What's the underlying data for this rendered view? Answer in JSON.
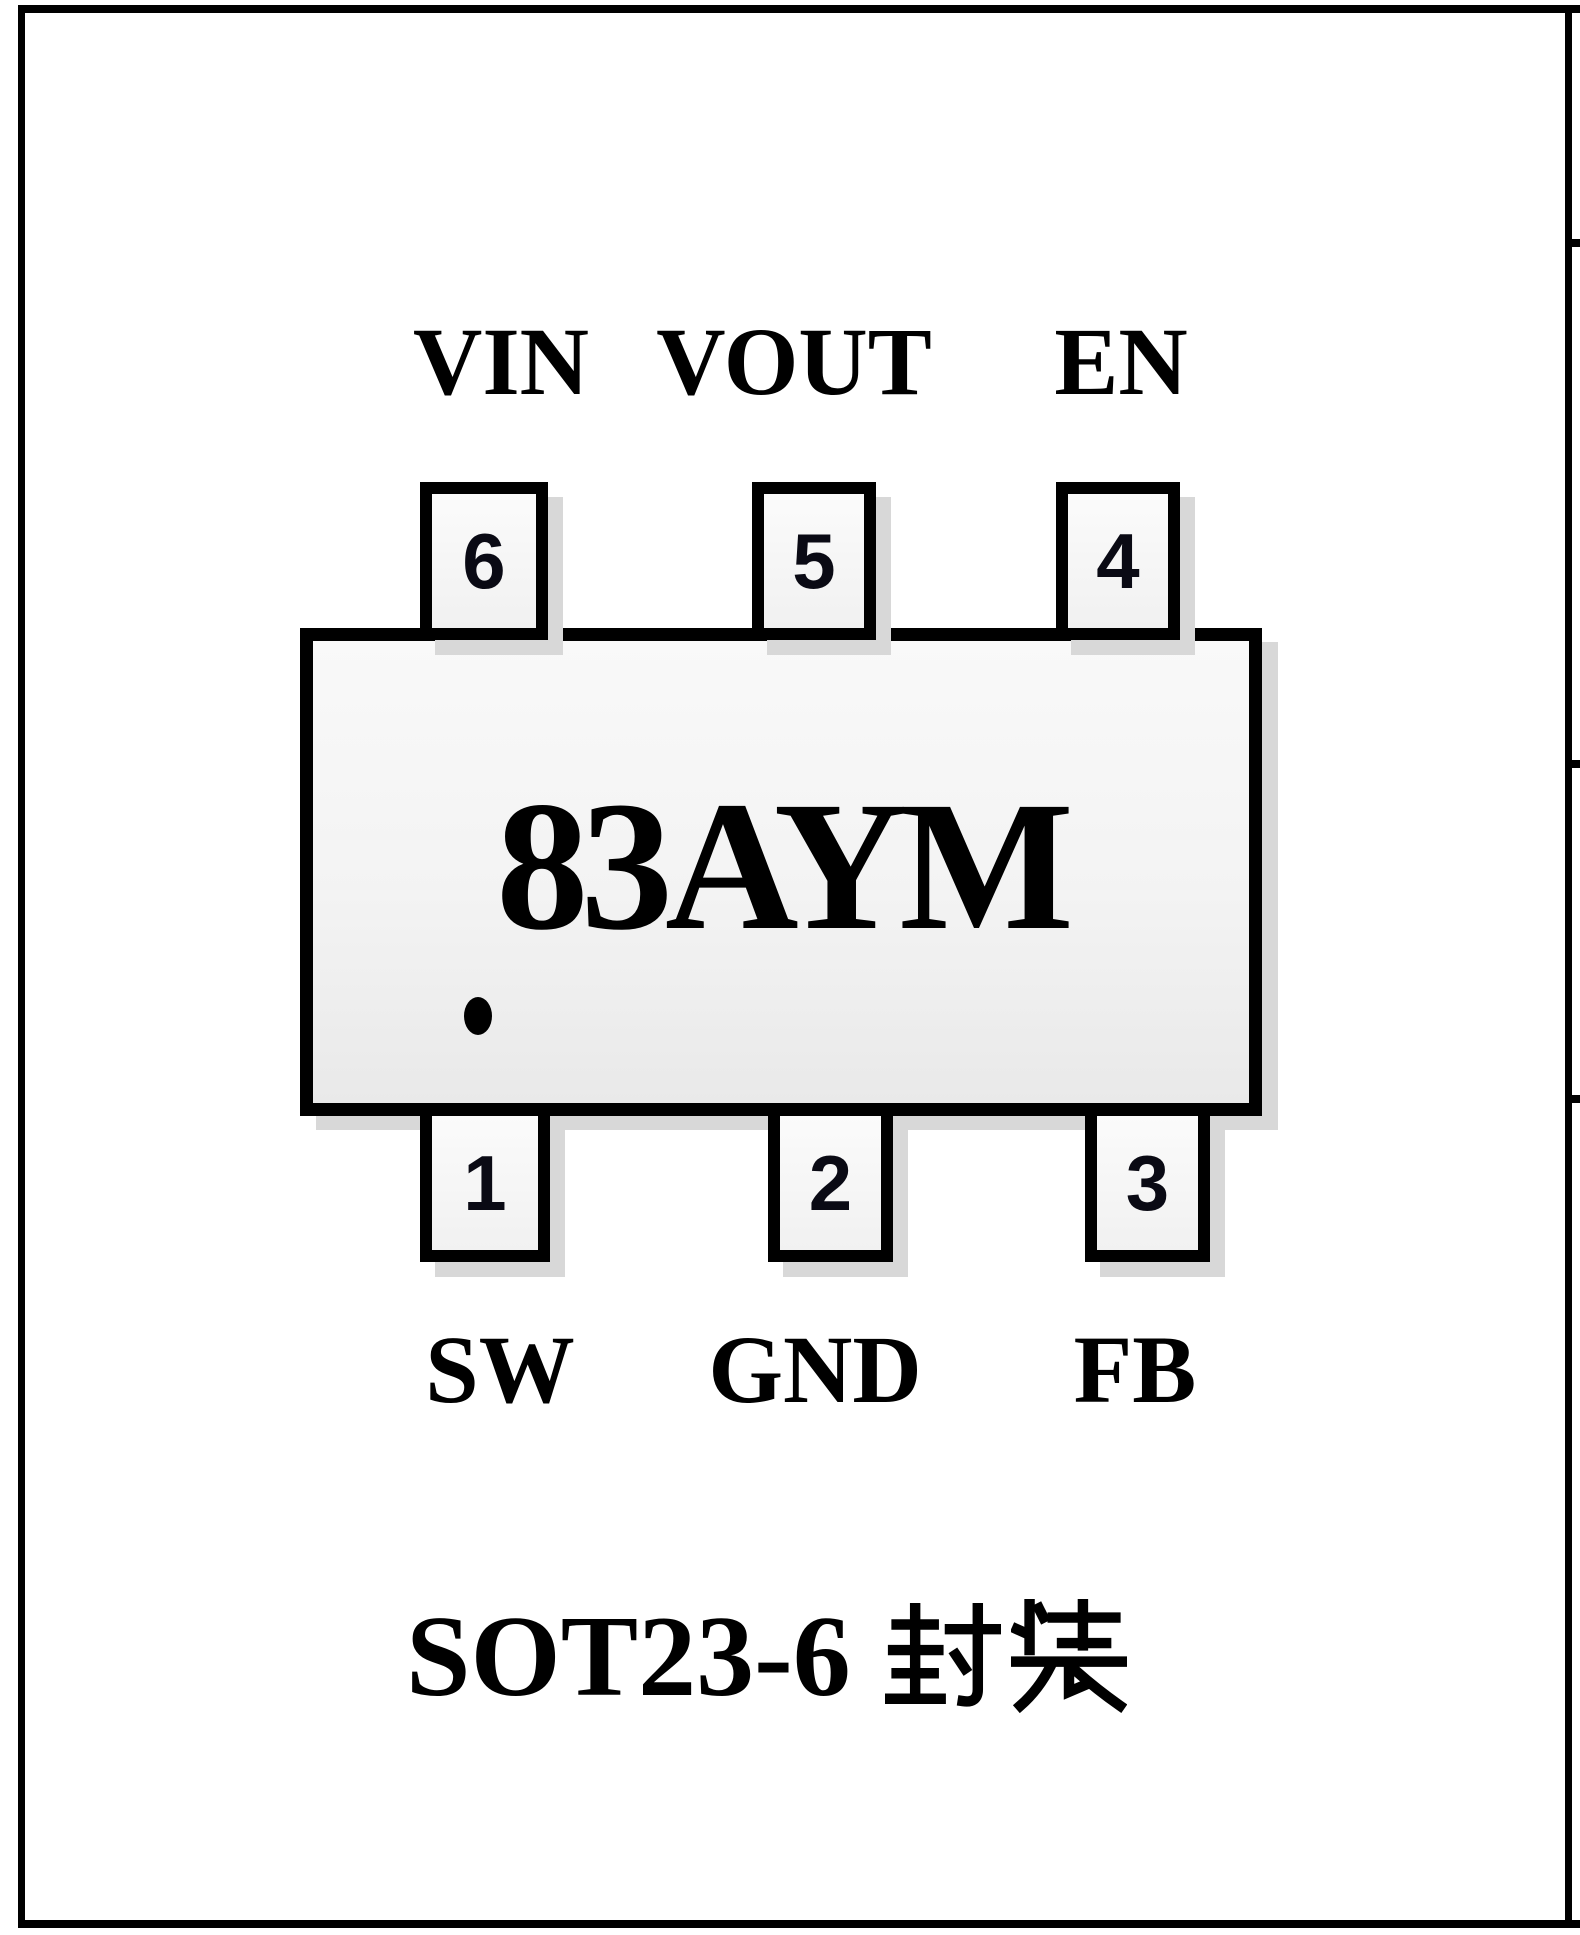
{
  "figure": {
    "marking": "83AYM",
    "caption": {
      "latin": "SOT23-6",
      "cjk": "封装",
      "full": "SOT23-6 封装"
    }
  },
  "pins": {
    "top": [
      {
        "number": "6",
        "name": "VIN"
      },
      {
        "number": "5",
        "name": "VOUT"
      },
      {
        "number": "4",
        "name": "EN"
      }
    ],
    "bottom": [
      {
        "number": "1",
        "name": "SW"
      },
      {
        "number": "2",
        "name": "GND"
      },
      {
        "number": "3",
        "name": "FB"
      }
    ]
  },
  "colors": {
    "ink": "#000000",
    "chip_fill": "#f3f3f3",
    "pad_fill": "#f7f7f7",
    "shadow": "#d8d8d8",
    "background": "#ffffff"
  }
}
